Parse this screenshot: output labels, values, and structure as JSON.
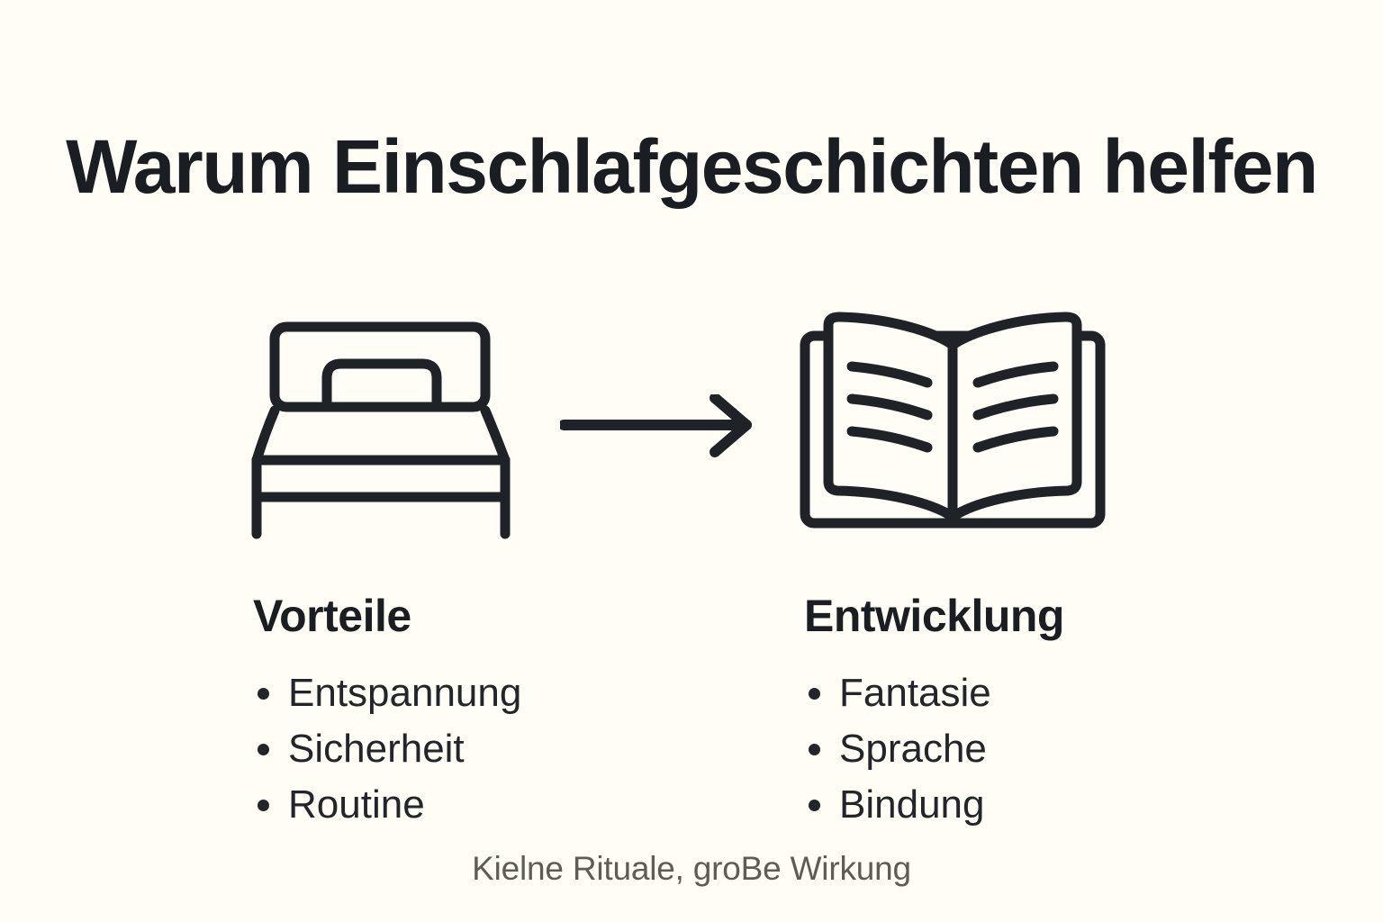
{
  "page": {
    "background_color": "#FFFDF5",
    "ink_color": "#1F2328",
    "muted_text_color": "#5F5B55",
    "title": "Warum Einschlafgeschichten helfen",
    "caption": "Kielne Rituale, groBe Wirkung"
  },
  "diagram": {
    "from_icon": "bed",
    "connector_icon": "arrow-right",
    "to_icon": "open-book"
  },
  "columns": [
    {
      "heading": "Vorteile",
      "items": [
        "Entspannung",
        "Sicherheit",
        "Routine"
      ]
    },
    {
      "heading": "Entwicklung",
      "items": [
        "Fantasie",
        "Sprache",
        "Bindung"
      ]
    }
  ]
}
